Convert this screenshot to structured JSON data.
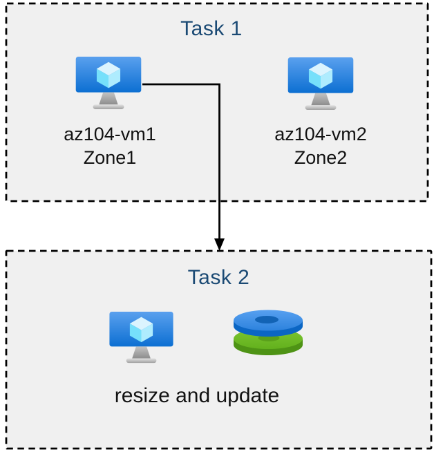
{
  "colors": {
    "background": "#ffffff",
    "box_fill": "#f0f0f0",
    "box_border": "#000000",
    "title": "#1b4a74",
    "label": "#121212",
    "arrow": "#000000",
    "vm_screen_top": "#5aa0ee",
    "vm_screen_bottom": "#0c6fd2",
    "cube_top": "#dbf4fe",
    "cube_left": "#76e0fb",
    "cube_right": "#aeecfe",
    "disk_blue_top": "#57a0f0",
    "disk_blue_side": "#0b66c4",
    "disk_blue_hole": "#1263b5",
    "disk_green_top": "#7cc531",
    "disk_green_side": "#4e9315",
    "disk_green_hole": "#5aa01b"
  },
  "task1": {
    "title": "Task 1",
    "vms": [
      {
        "name": "az104-vm1",
        "zone": "Zone1",
        "icon": "virtual-machine-icon"
      },
      {
        "name": "az104-vm2",
        "zone": "Zone2",
        "icon": "virtual-machine-icon"
      }
    ]
  },
  "task2": {
    "title": "Task 2",
    "caption": "resize and update",
    "icons": [
      "virtual-machine-icon",
      "disks-icon"
    ]
  },
  "arrow": {
    "from": "az104-vm1",
    "to": "Task 2"
  }
}
